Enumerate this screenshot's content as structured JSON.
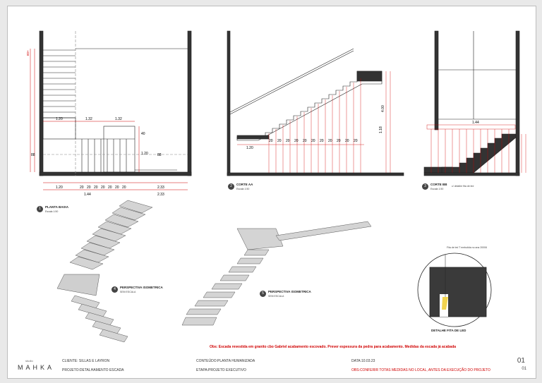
{
  "views": {
    "planta": {
      "title": "PLANTA BAIXA",
      "scale": "Escala 1:50",
      "num": "1"
    },
    "corte_aa": {
      "title": "CORTE AA",
      "scale": "Escala 1:50",
      "num": "2"
    },
    "corte_bb": {
      "title": "CORTE BB",
      "scale": "Escala 1:50",
      "num": "3",
      "note": "c/ detalhe fita de led"
    },
    "persp1": {
      "title": "PERSPECTIVA ISOMETRICA",
      "scale": "SEM ESCALA",
      "num": "4"
    },
    "persp2": {
      "title": "PERSPECTIVA ISOMETRICA",
      "scale": "SEM ESCALA",
      "num": "5"
    },
    "detalhe": {
      "title": "DETALHE FITA DE LED",
      "note": "Fita de led T embutida no ana 20006"
    }
  },
  "dims": {
    "plan_bottom": [
      "1.20",
      "20",
      "20",
      "20",
      "20",
      "20",
      "20",
      "20",
      "2.33"
    ],
    "plan_bottom2": [
      "1.44",
      "2.33"
    ],
    "plan_mid": [
      "1.20",
      "1.32",
      "1.32"
    ],
    "plan_right": [
      "40",
      "1.20"
    ],
    "plan_left": "60+",
    "cut_bottom": [
      "1.20",
      "20",
      "20",
      "20",
      "20",
      "20",
      "20",
      "20",
      "20",
      "20",
      "20",
      "20"
    ],
    "cut_right": [
      "4.00",
      "1.18"
    ],
    "cut_step": "20",
    "cutbb_top": "1.44",
    "section_mark": "88"
  },
  "obs_line": "Obs: Escada revestida em granito cbo Gabriel acabamento escovado. Prever espessura da pedra para acabamento. Medidas da escada já acabada",
  "titleblock": {
    "logo": "MAHKA",
    "logo_small": "studio",
    "cliente": "CLIENTE: SILLAS E LAYRON",
    "projeto": "PROJETO:DETALHAMENTO ESCADA",
    "conteudo": "CONTEÚDO:PLANTA HUMANIZADA",
    "etapa": "ETAPA:PROJETO EXECUTIVO",
    "data": "DATA:10.03.23",
    "obs": "OBS:CONFERIR TOTAS MEDIDAS NO LOCAL, ANTES DA EXECUÇÃO DO PROJETO",
    "page": "01",
    "total": "01"
  },
  "colors": {
    "dim_red": "#d00000",
    "wall": "#333333",
    "step": "#c8c8c8"
  }
}
